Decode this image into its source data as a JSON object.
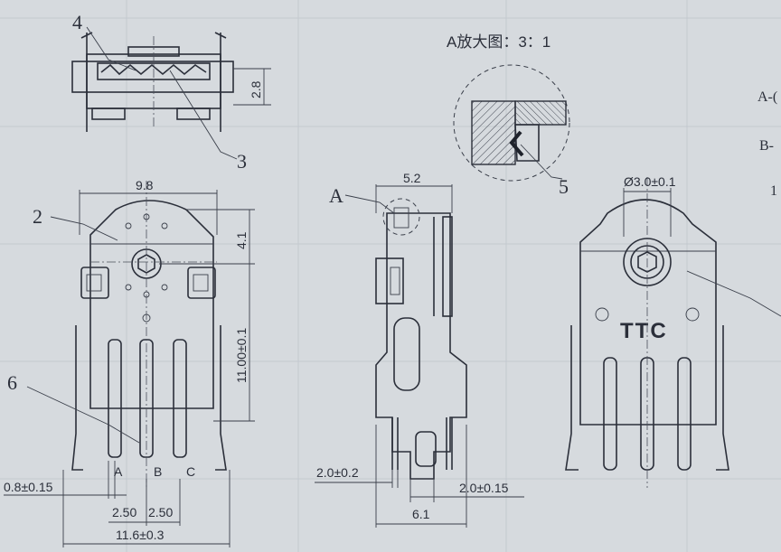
{
  "callouts": {
    "c4": "4",
    "c3": "3",
    "c2": "2",
    "c6": "6",
    "cA": "A",
    "c5": "5"
  },
  "detail_title": "A放大图：3：1",
  "right_edge_notes": {
    "r1": "A-(",
    "r2": "B-",
    "r3": "1"
  },
  "dimensions": {
    "d_2_8": "2.8",
    "d_9_8": "9.8",
    "d_4_1": "4.1",
    "d_11_00": "11.00±0.1",
    "d_0_8": "0.8±0.15",
    "d_2_50_a": "2.50",
    "d_2_50_b": "2.50",
    "d_11_6": "11.6±0.3",
    "d_5_2": "5.2",
    "d_2_0_a": "2.0±0.2",
    "d_2_0_b": "2.0±0.15",
    "d_6_1": "6.1",
    "d_phi": "Ø3.0±0.1"
  },
  "pin_labels": {
    "a": "A",
    "b": "B",
    "c": "C"
  },
  "brand_mark": "TTC"
}
